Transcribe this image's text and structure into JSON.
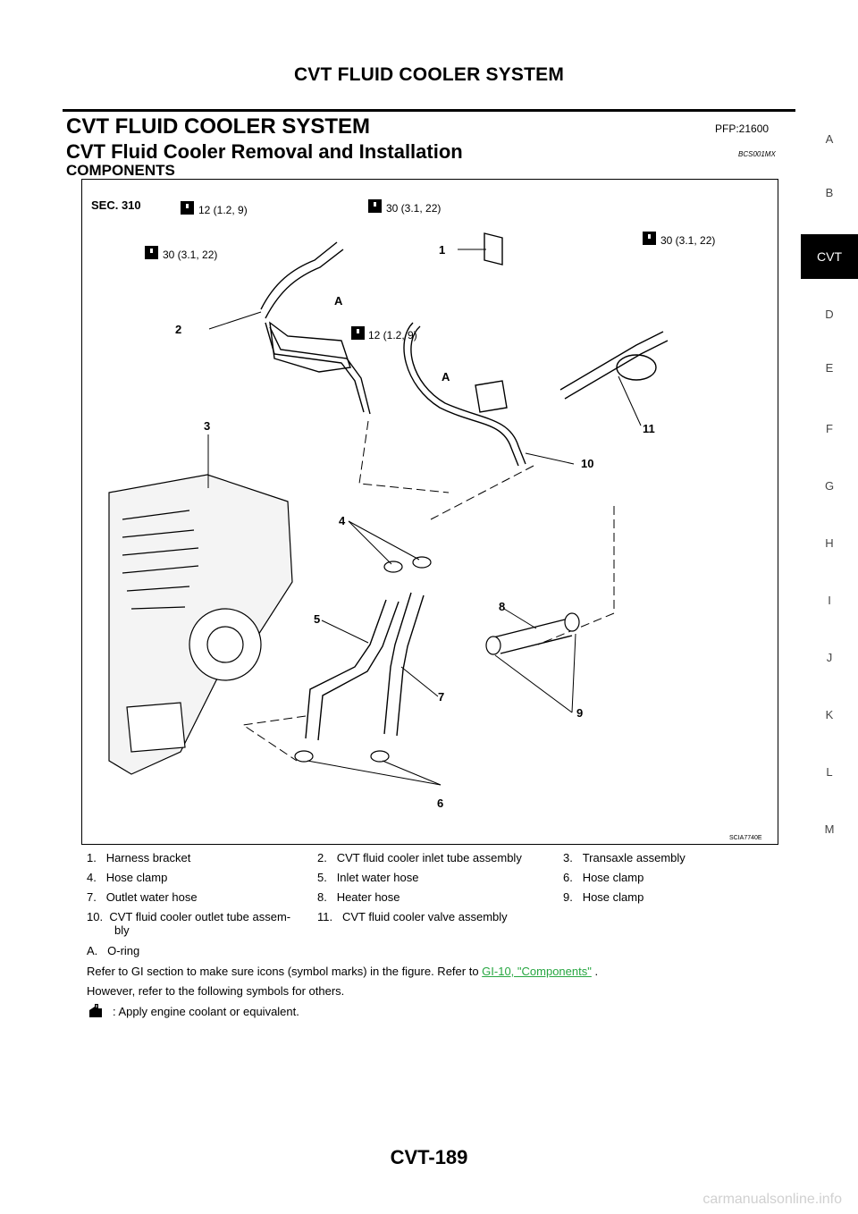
{
  "header": {
    "title": "CVT FLUID COOLER SYSTEM"
  },
  "section": {
    "title": "CVT FLUID COOLER SYSTEM",
    "pfp": "PFP:21600",
    "subtitle": "CVT Fluid Cooler Removal and Installation",
    "code": "BCS001MX",
    "subheading": "COMPONENTS"
  },
  "tabs": [
    "A",
    "B",
    "CVT",
    "D",
    "E",
    "F",
    "G",
    "H",
    "I",
    "J",
    "K",
    "L",
    "M"
  ],
  "figure": {
    "sec": "SEC. 310",
    "figure_id": "SCIA7740E",
    "torques": [
      "12 (1.2, 9)",
      "30 (3.1, 22)",
      "30 (3.1, 22)",
      "30 (3.1, 22)",
      "12 (1.2, 9)"
    ],
    "callouts": [
      "1",
      "2",
      "3",
      "4",
      "5",
      "6",
      "7",
      "8",
      "9",
      "10",
      "11",
      "A",
      "A"
    ]
  },
  "legend": [
    {
      "n": "1.",
      "t": "Harness bracket"
    },
    {
      "n": "2.",
      "t": "CVT fluid cooler inlet tube assembly"
    },
    {
      "n": "3.",
      "t": "Transaxle assembly"
    },
    {
      "n": "4.",
      "t": "Hose clamp"
    },
    {
      "n": "5.",
      "t": "Inlet water hose"
    },
    {
      "n": "6.",
      "t": "Hose clamp"
    },
    {
      "n": "7.",
      "t": "Outlet water hose"
    },
    {
      "n": "8.",
      "t": "Heater hose"
    },
    {
      "n": "9.",
      "t": "Hose clamp"
    },
    {
      "n": "10.",
      "t": "CVT fluid cooler outlet tube assem-",
      "t2": "bly"
    },
    {
      "n": "11.",
      "t": "CVT fluid cooler valve assembly"
    },
    {
      "n": "A.",
      "t": "O-ring"
    }
  ],
  "notes": {
    "refer_prefix": "Refer to GI section to make sure icons (symbol marks) in the figure. Refer to ",
    "refer_link": "GI-10, \"Components\"",
    "refer_suffix": " .",
    "however": "However, refer to the following symbols for others.",
    "coolant": ": Apply engine coolant or equivalent."
  },
  "footer": {
    "page": "CVT-189"
  },
  "watermark": "carmanualsonline.info"
}
